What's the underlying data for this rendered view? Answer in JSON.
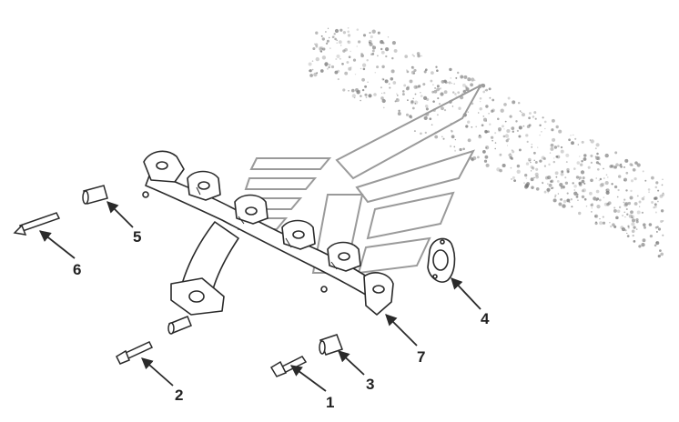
{
  "diagram": {
    "kind": "exploded-parts-view",
    "colors": {
      "line": "#2a2a2a",
      "fill": "#ffffff",
      "shadow": "#d8d8d8",
      "watermark": "#9a9a9a",
      "noise": "#7a7a7a"
    },
    "watermark_icon": "stylized-truck-logo",
    "callouts": [
      {
        "id": "1",
        "label": "1"
      },
      {
        "id": "2",
        "label": "2"
      },
      {
        "id": "3",
        "label": "3"
      },
      {
        "id": "4",
        "label": "4"
      },
      {
        "id": "5",
        "label": "5"
      },
      {
        "id": "6",
        "label": "6"
      },
      {
        "id": "7",
        "label": "7"
      }
    ]
  }
}
